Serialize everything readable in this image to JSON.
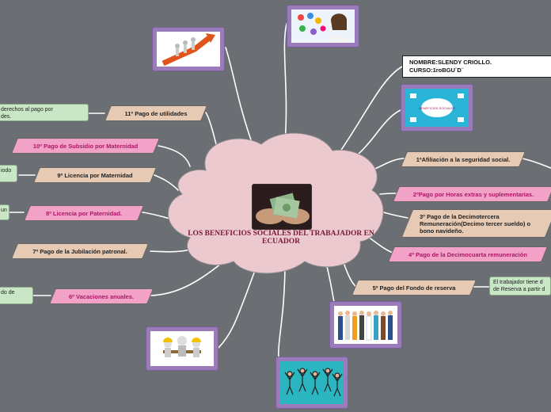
{
  "center": {
    "title": "LOS BENEFICIOS SOCIALES DEL TRABAJADOR EN ECUADOR",
    "cloud_color": "#ecc8cf"
  },
  "student": {
    "name_line": "NOMBRE:SLENDY CRIOLLO.",
    "course_line": "CURSO:1roBGU¨D¨"
  },
  "right_topics": [
    "1ºAfiliación a la seguridad social.",
    "2ºPago por Horas extras y suplementarias.",
    "3º Pago de la Decimotercera Remuneración(Decimo tercer sueldo) o bono navideño.",
    "4º Pago de la Decimocuarta remuneración",
    "5º Pago del Fondo de reserva"
  ],
  "left_topics": [
    "6º Vacaciones anuales.",
    "7º Pago de la Jubilación patronal.",
    "8º Licencia por Paternidad.",
    "9º Licencia por Maternidad",
    "10º Pago de Subsidio por Maternidad",
    "11º Pago de utilidades"
  ],
  "notes": {
    "utilidades": "derechos al pago por\ndes.",
    "maternidad": "iodo",
    "paternidad": "un",
    "vacaciones": "do de",
    "fondo_reserva": "El trabajador tiene d\nde Reserva a partir d"
  },
  "images": [
    {
      "subject": "business-growth-stairs"
    },
    {
      "subject": "woman-with-app-icons"
    },
    {
      "subject": "social-benefits-cloud",
      "caption": "BENEFICIOS SOCIALES"
    },
    {
      "subject": "money-in-hands"
    },
    {
      "subject": "group-of-workers"
    },
    {
      "subject": "construction-workers-meeting"
    },
    {
      "subject": "happy-jumping-people"
    }
  ],
  "colors": {
    "background": "#6b6e73",
    "tan_node": "#e6cab4",
    "pink_node": "#f2a1c7",
    "pink_text": "#b01565",
    "image_frame": "#9a7cba",
    "note": "#c9e6c6"
  }
}
